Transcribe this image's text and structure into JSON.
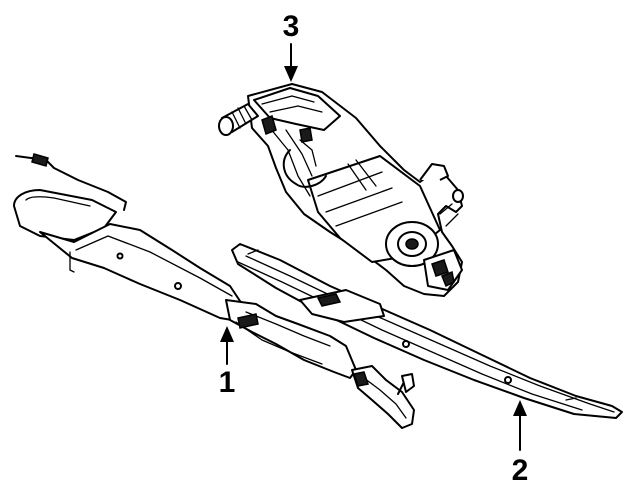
{
  "diagram": {
    "callouts": [
      {
        "id": "1",
        "label": "1"
      },
      {
        "id": "2",
        "label": "2"
      },
      {
        "id": "3",
        "label": "3"
      }
    ]
  },
  "colors": {
    "line": "#000000",
    "background": "#ffffff"
  },
  "icons": {
    "arrow": "leader-arrow-icon"
  }
}
